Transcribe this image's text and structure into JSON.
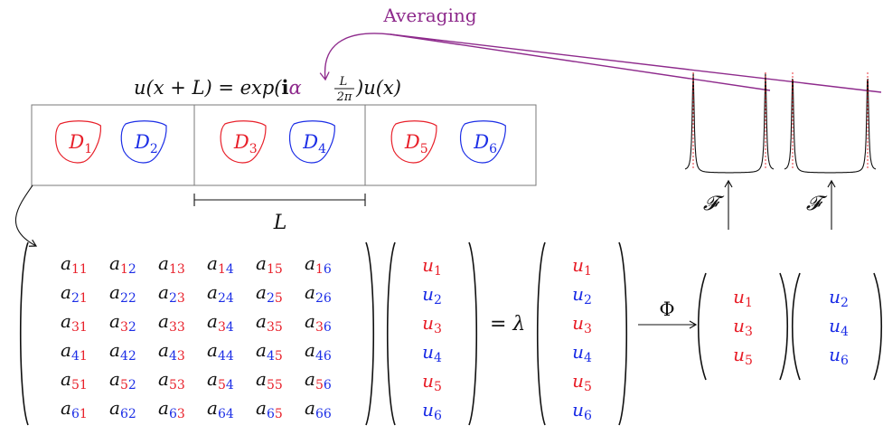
{
  "colors": {
    "red": "#e8202a",
    "blue": "#1c2ee6",
    "purple": "#8e2a8c",
    "black": "#111111",
    "box_border": "#7a7a7a"
  },
  "averaging_label": "Averaging",
  "bloch_equation": {
    "lhs": "u(x + L) = exp(",
    "bold_i": "i",
    "alpha": "α",
    "frac_num": "L",
    "frac_den": "2π",
    "rhs": ")u(x)"
  },
  "cells": [
    {
      "domains": [
        {
          "base": "D",
          "sub": "1",
          "color": "red"
        },
        {
          "base": "D",
          "sub": "2",
          "color": "blue"
        }
      ]
    },
    {
      "domains": [
        {
          "base": "D",
          "sub": "3",
          "color": "red"
        },
        {
          "base": "D",
          "sub": "4",
          "color": "blue"
        }
      ]
    },
    {
      "domains": [
        {
          "base": "D",
          "sub": "5",
          "color": "red"
        },
        {
          "base": "D",
          "sub": "6",
          "color": "blue"
        }
      ]
    }
  ],
  "period_label": "L",
  "fourier_label": "𝓕",
  "matrix_entries": [
    [
      "11",
      "12",
      "13",
      "14",
      "15",
      "16"
    ],
    [
      "21",
      "22",
      "23",
      "24",
      "25",
      "26"
    ],
    [
      "31",
      "32",
      "33",
      "34",
      "35",
      "36"
    ],
    [
      "41",
      "42",
      "43",
      "44",
      "45",
      "46"
    ],
    [
      "51",
      "52",
      "53",
      "54",
      "55",
      "56"
    ],
    [
      "61",
      "62",
      "63",
      "64",
      "65",
      "66"
    ]
  ],
  "vector_u": [
    "1",
    "2",
    "3",
    "4",
    "5",
    "6"
  ],
  "eigen_label": "= λ",
  "phi_label": "Φ",
  "odd_vector": [
    "1",
    "3",
    "5"
  ],
  "even_vector": [
    "2",
    "4",
    "6"
  ]
}
